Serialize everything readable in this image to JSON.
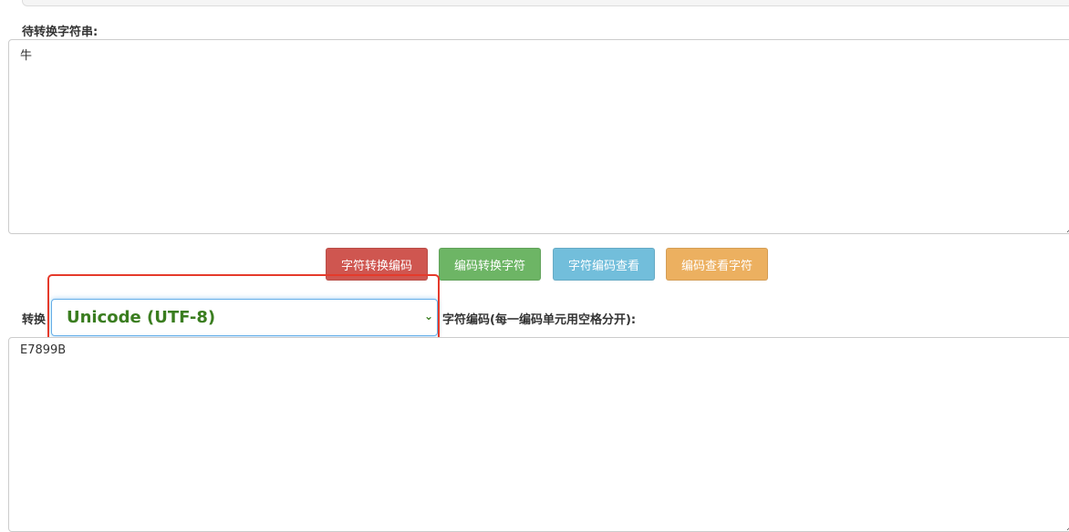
{
  "input_label": "待转换字符串:",
  "input_value": "牛",
  "buttons": {
    "char_to_code": "字符转换编码",
    "code_to_char": "编码转换字符",
    "view_char_code": "字符编码查看",
    "view_code_char": "编码查看字符"
  },
  "convert_label": "转换",
  "encoding_select": "Unicode (UTF-8)",
  "output_label": "字符编码(每一编码单元用空格分开):",
  "output_value": "E7899B",
  "colors": {
    "red": "#d9534f",
    "green": "#5cb85c",
    "blue": "#5bc0de",
    "orange": "#f0ad4e"
  }
}
